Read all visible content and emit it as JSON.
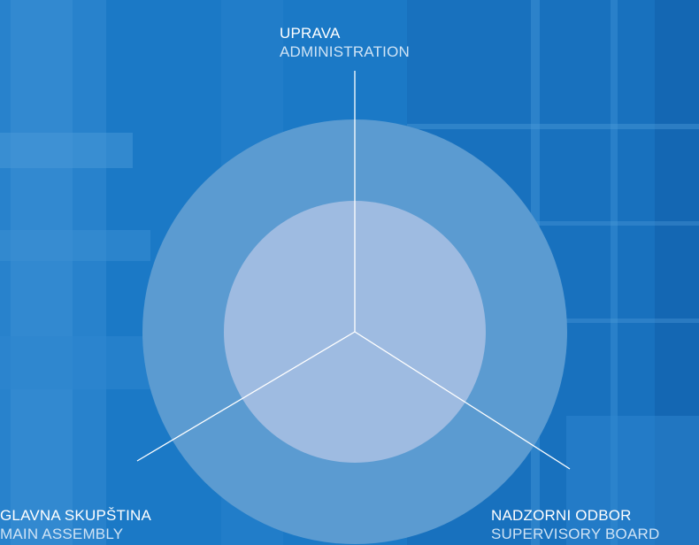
{
  "nodes": {
    "top": {
      "hr": "UPRAVA",
      "en": "ADMINISTRATION"
    },
    "left": {
      "hr": "GLAVNA SKUPŠTINA",
      "en": "MAIN ASSEMBLY"
    },
    "right": {
      "hr": "NADZORNI ODBOR",
      "en": "SUPERVISORY BOARD"
    }
  },
  "colors": {
    "background": "#1b79c6",
    "outer_ring": "#5b9bd1",
    "inner_circle": "#9ebbe1",
    "lines": "#ffffff"
  }
}
